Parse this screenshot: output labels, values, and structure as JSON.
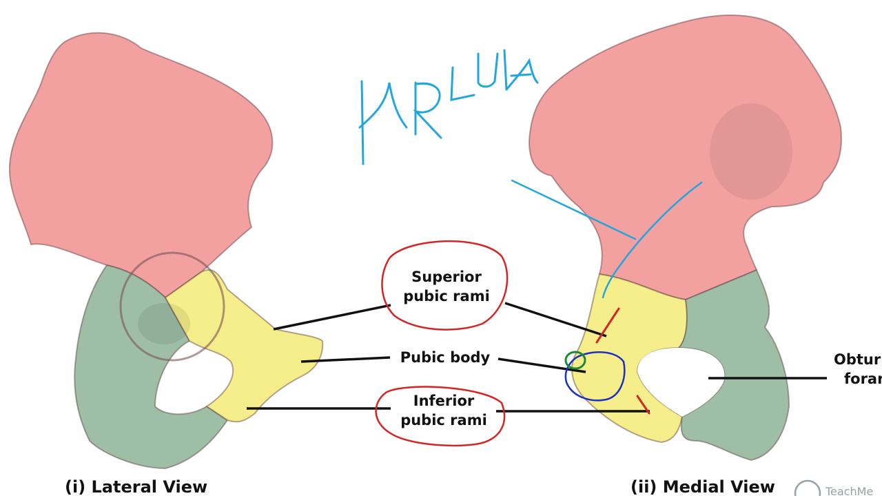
{
  "labels": {
    "superior_line1": "Superior",
    "superior_line2": "pubic rami",
    "pubic_body": "Pubic body",
    "inferior_line1": "Inferior",
    "inferior_line2": "pubic rami",
    "obturator_line1": "Obtur",
    "obturator_line2": "foran"
  },
  "titles": {
    "lateral": "(i) Lateral View",
    "medial": "(ii) Medial View"
  },
  "annotation": {
    "handwritten": "ARCUA"
  },
  "watermark": "TeachMe",
  "colors": {
    "ilium": "#f2a0a0",
    "pubis": "#f5ee8a",
    "ischium": "#9fbea6",
    "annotation_blue": "#22a6dc",
    "annotation_red": "#d62424",
    "annotation_navy": "#1c2fc4",
    "annotation_green": "#1a8a3a"
  }
}
